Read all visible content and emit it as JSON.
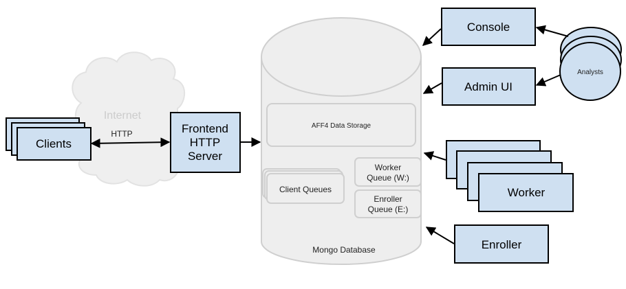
{
  "nodes": {
    "clients": "Clients",
    "internet": "Internet",
    "http": "HTTP",
    "frontend": [
      "Frontend",
      "HTTP",
      "Server"
    ],
    "aff4": "AFF4 Data Storage",
    "client_queues": "Client Queues",
    "worker_queue": [
      "Worker",
      "Queue (W:)"
    ],
    "enroller_queue": [
      "Enroller",
      "Queue (E:)"
    ],
    "mongo": "Mongo Database",
    "console": "Console",
    "admin_ui": "Admin UI",
    "analysts": "Analysts",
    "worker": "Worker",
    "enroller": "Enroller"
  },
  "colors": {
    "box_fill": "#cfe0f1",
    "db_fill": "#eeeeee",
    "db_stroke": "#cfcfcf",
    "cloud_text": "#cccccc"
  }
}
